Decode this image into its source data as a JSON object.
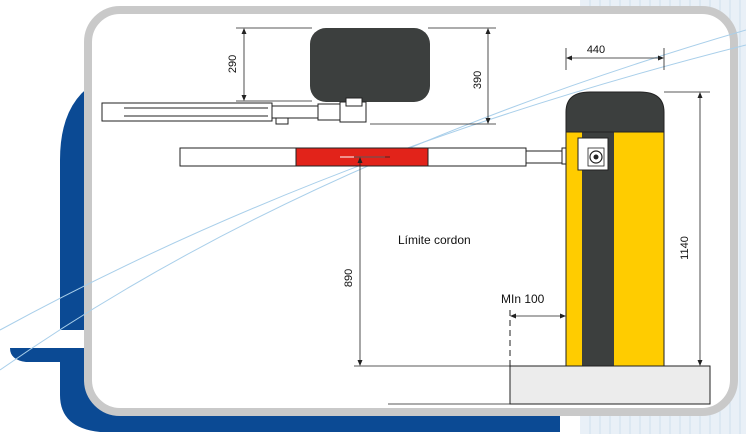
{
  "diagram": {
    "dimensions": {
      "cover_height": "290",
      "cover_total_height": "390",
      "column_width": "440",
      "column_height": "1140",
      "arm_height": "890",
      "min_clearance": "MIn 100"
    },
    "labels": {
      "limit_cord": "Límite cordon"
    },
    "colors": {
      "frame_blue": "#0b4a94",
      "panel_border": "#c9c9c9",
      "column_yellow": "#ffcc00",
      "column_dark": "#3c3f3e",
      "arm_red": "#e2231a",
      "base_gray": "#ececec",
      "accent_light_blue": "#a9cfea"
    }
  }
}
